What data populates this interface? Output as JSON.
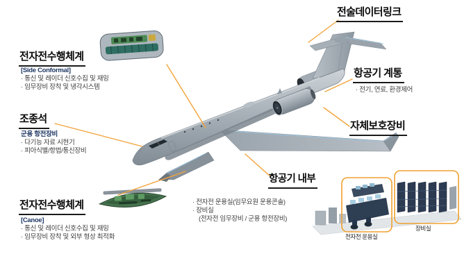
{
  "colors": {
    "leader_line": "#F2A43C",
    "highlight_box": "#F0A030",
    "heading_underline": "#1A1A1A",
    "navy_text": "#1F3864",
    "body_text": "#3C3C3C",
    "aircraft_gray": "#9AA4AC"
  },
  "callouts": {
    "tactical_datalink": {
      "title": "전술데이터링크"
    },
    "ew_side": {
      "title": "전자전수행체계",
      "tag": "[Side Conformal]",
      "items": [
        "· 통신 및 레이더 신호수집 및 재밍",
        "· 임무장비 장착 및 냉각시스템"
      ]
    },
    "cockpit": {
      "title": "조종석",
      "tag": "군용 항전장비",
      "items": [
        "· 다기능 자료 시현기",
        "· 피아식별/항법/통신장비"
      ]
    },
    "ew_canoe": {
      "title": "전자전수행체계",
      "tag": "[Canoe]",
      "items": [
        "· 통신 및 레이더 신호수집 및 재밍",
        "· 임무장비 장착 및 외부 형상 최적화"
      ]
    },
    "aircraft_systems": {
      "title": "항공기 계통",
      "items": [
        "· 전기, 연료, 환경제어"
      ]
    },
    "self_protection": {
      "title": "자체보호장비"
    },
    "interior": {
      "title": "항공기 내부",
      "items": [
        "· 전자전 운용실(임무요원 운용콘솔)",
        "· 장비실",
        "(전자전 임무장비 / 군용 항전장비)"
      ]
    }
  },
  "inset": {
    "ops_caption": "전자전 운용실",
    "rack_caption": "장비실"
  }
}
